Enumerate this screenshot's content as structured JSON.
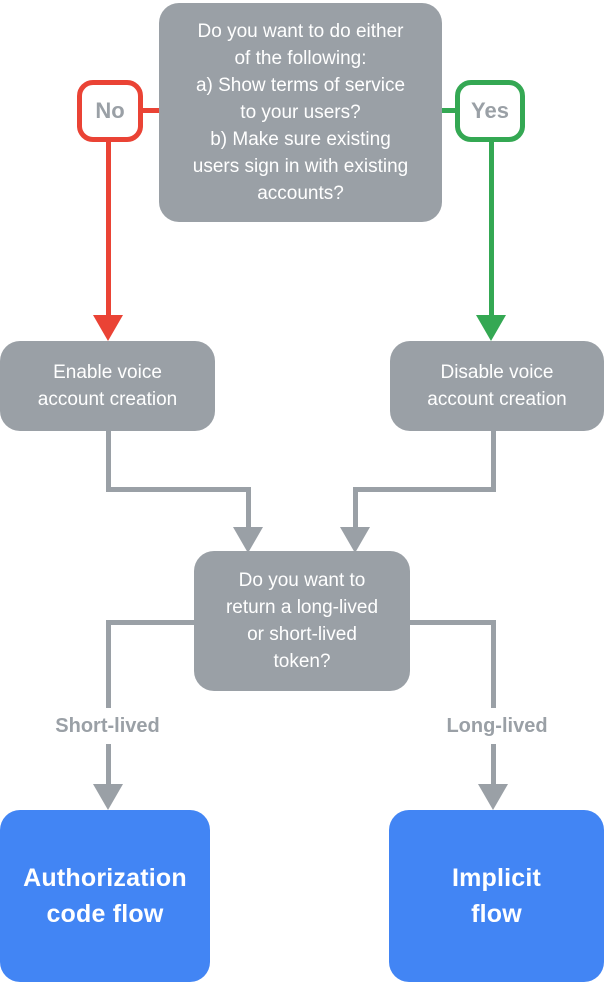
{
  "colors": {
    "node_gray": "#9aa0a6",
    "connector_gray": "#9aa0a6",
    "no_red": "#ea4335",
    "yes_green": "#34a853",
    "result_blue": "#4285f4",
    "node_text": "#ffffff",
    "label_text": "#9aa0a6",
    "badge_bg": "#ffffff"
  },
  "nodes": {
    "question_account": "Do you want to do either\nof the following:\na) Show terms of service\nto your users?\nb) Make sure existing\nusers sign in with existing\naccounts?",
    "enable_voice": "Enable voice\naccount creation",
    "disable_voice": "Disable voice\naccount creation",
    "question_token": "Do you want to\nreturn a long-lived\nor short-lived\ntoken?",
    "auth_code_flow": "Authorization\ncode flow",
    "implicit_flow": "Implicit\nflow"
  },
  "edge_labels": {
    "no": "No",
    "yes": "Yes",
    "short_lived": "Short-lived",
    "long_lived": "Long-lived"
  }
}
